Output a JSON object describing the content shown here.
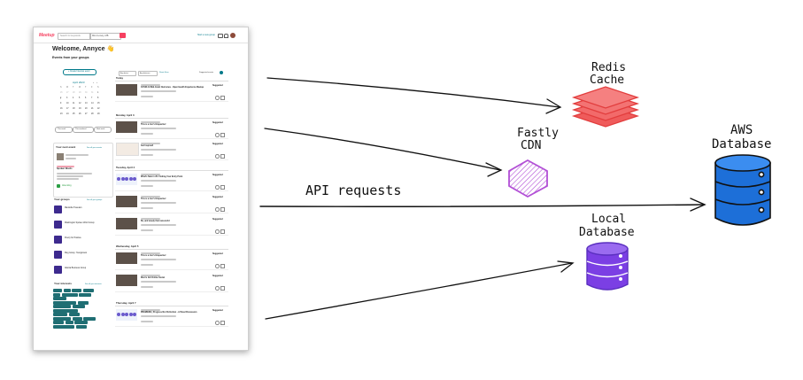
{
  "screenshot": {
    "logo": "Meetup",
    "search_placeholder": "Search for keywords",
    "location": "Mind Lonely, MB",
    "header_link": "Start a new group",
    "welcome": "Welcome, Annyce 👋",
    "section_title": "Events from your groups",
    "create_event": "+ Create Intervies event",
    "calendar_month": "April 2023",
    "calendar_days": [
      "S",
      "M",
      "T",
      "W",
      "T",
      "F",
      "S"
    ],
    "calendar_weeks": [
      [
        "26",
        "27",
        "28",
        "29",
        "30",
        "31",
        "1"
      ],
      [
        "2",
        "3",
        "4",
        "5",
        "6",
        "7",
        "8"
      ],
      [
        "9",
        "10",
        "11",
        "12",
        "13",
        "14",
        "15"
      ],
      [
        "16",
        "17",
        "18",
        "19",
        "20",
        "21",
        "22"
      ],
      [
        "23",
        "24",
        "25",
        "26",
        "27",
        "28",
        "29"
      ]
    ],
    "calendar_buttons": [
      "This week",
      "This weekend",
      "Next week"
    ],
    "next_event_title": "Your next event",
    "next_event_link": "See all your events",
    "next_event_name": "Spoken Words",
    "next_event_badge": "Attending",
    "groups_title": "Your groups",
    "groups_link": "See all your groups",
    "groups": [
      "Manitoba Travelers",
      "Washington Spoken Word Group",
      "Poetry for Positive",
      "Mug Group, Youngstown",
      "Atlanta Business Group"
    ],
    "interests_title": "Your interests",
    "interests_link": "See all your interests",
    "filter_any_dates": "Any dates",
    "filter_any_distance": "Any distance",
    "filter_reset": "Reset filters",
    "filter_suggested": "Suggested events",
    "day_headers": [
      "Today",
      "Monday, April 3",
      "Tuesday, April 4",
      "Wednesday, April 5",
      "Thursday, April 7"
    ],
    "suggested_label": "Suggested",
    "event_rows": [
      {
        "title": "COVID-19 Mid-Grant Outcomes - Open Health Experience Meetup",
        "suggested": true,
        "kind": "thumb"
      },
      {
        "title": "This is a Jon's Grapevine!",
        "suggested": true,
        "kind": "thumb"
      },
      {
        "title": "Get Inspired!",
        "suggested": true,
        "kind": "tag"
      },
      {
        "title": "What's New in JS: Finding Your Entry Point",
        "suggested": true,
        "kind": "dots"
      },
      {
        "title": "This is a Jon's Grapevine!",
        "suggested": true,
        "kind": "thumb"
      },
      {
        "title": "Be, and wisely that new world",
        "suggested": true,
        "kind": "thumb"
      },
      {
        "title": "This is a Jon's Grapevine!",
        "suggested": true,
        "kind": "thumb"
      },
      {
        "title": "Mom's Girl Online Social",
        "suggested": true,
        "kind": "thumb"
      },
      {
        "title": "PREMIERE | Progress Not Perfection - A Panel Discussion",
        "suggested": true,
        "kind": "dots"
      }
    ]
  },
  "diagram": {
    "redis_label": [
      "Redis",
      "Cache"
    ],
    "cdn_label": [
      "Fastly",
      "CDN"
    ],
    "aws_label": [
      "AWS",
      "Database"
    ],
    "local_label": [
      "Local",
      "Database"
    ],
    "api_label": "API requests",
    "colors": {
      "redis": "#ef5b5b",
      "cdn": "#b24fd6",
      "aws": "#1d6fd8",
      "local": "#7b3fe4",
      "arrow": "#111111"
    }
  }
}
